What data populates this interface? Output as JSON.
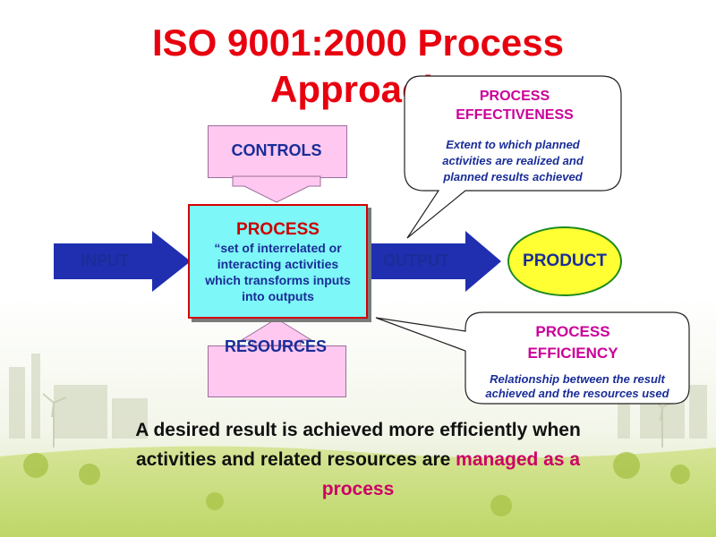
{
  "title": {
    "line1": "ISO 9001:2000 Process",
    "line2": "Approach"
  },
  "controls": {
    "label": "CONTROLS"
  },
  "resources": {
    "label": "RESOURCES"
  },
  "process": {
    "title": "PROCESS",
    "description": "“set of interrelated or interacting activities which transforms inputs into outputs"
  },
  "input": {
    "label": "INPUT"
  },
  "output": {
    "label": "OUTPUT"
  },
  "product": {
    "label": "PRODUCT"
  },
  "effectiveness": {
    "title": "PROCESS EFFECTIVENESS",
    "text": "Extent to which planned activities are realized and planned results achieved"
  },
  "efficiency": {
    "title": "PROCESS EFFICIENCY",
    "text": "Relationship between the result achieved and the resources used"
  },
  "summary": {
    "part1": "A desired result is achieved more efficiently when activities and related resources are ",
    "highlight": "managed as a process"
  },
  "colors": {
    "title_red": "#e8000f",
    "label_blue": "#1a2d98",
    "arrow_blue": "#1f2fb0",
    "process_fill": "#7df7f7",
    "process_border": "#d40000",
    "pink_box": "#ffc8f0",
    "product_fill": "#ffff33",
    "callout_title": "#cc0099",
    "highlight": "#cc0066"
  }
}
